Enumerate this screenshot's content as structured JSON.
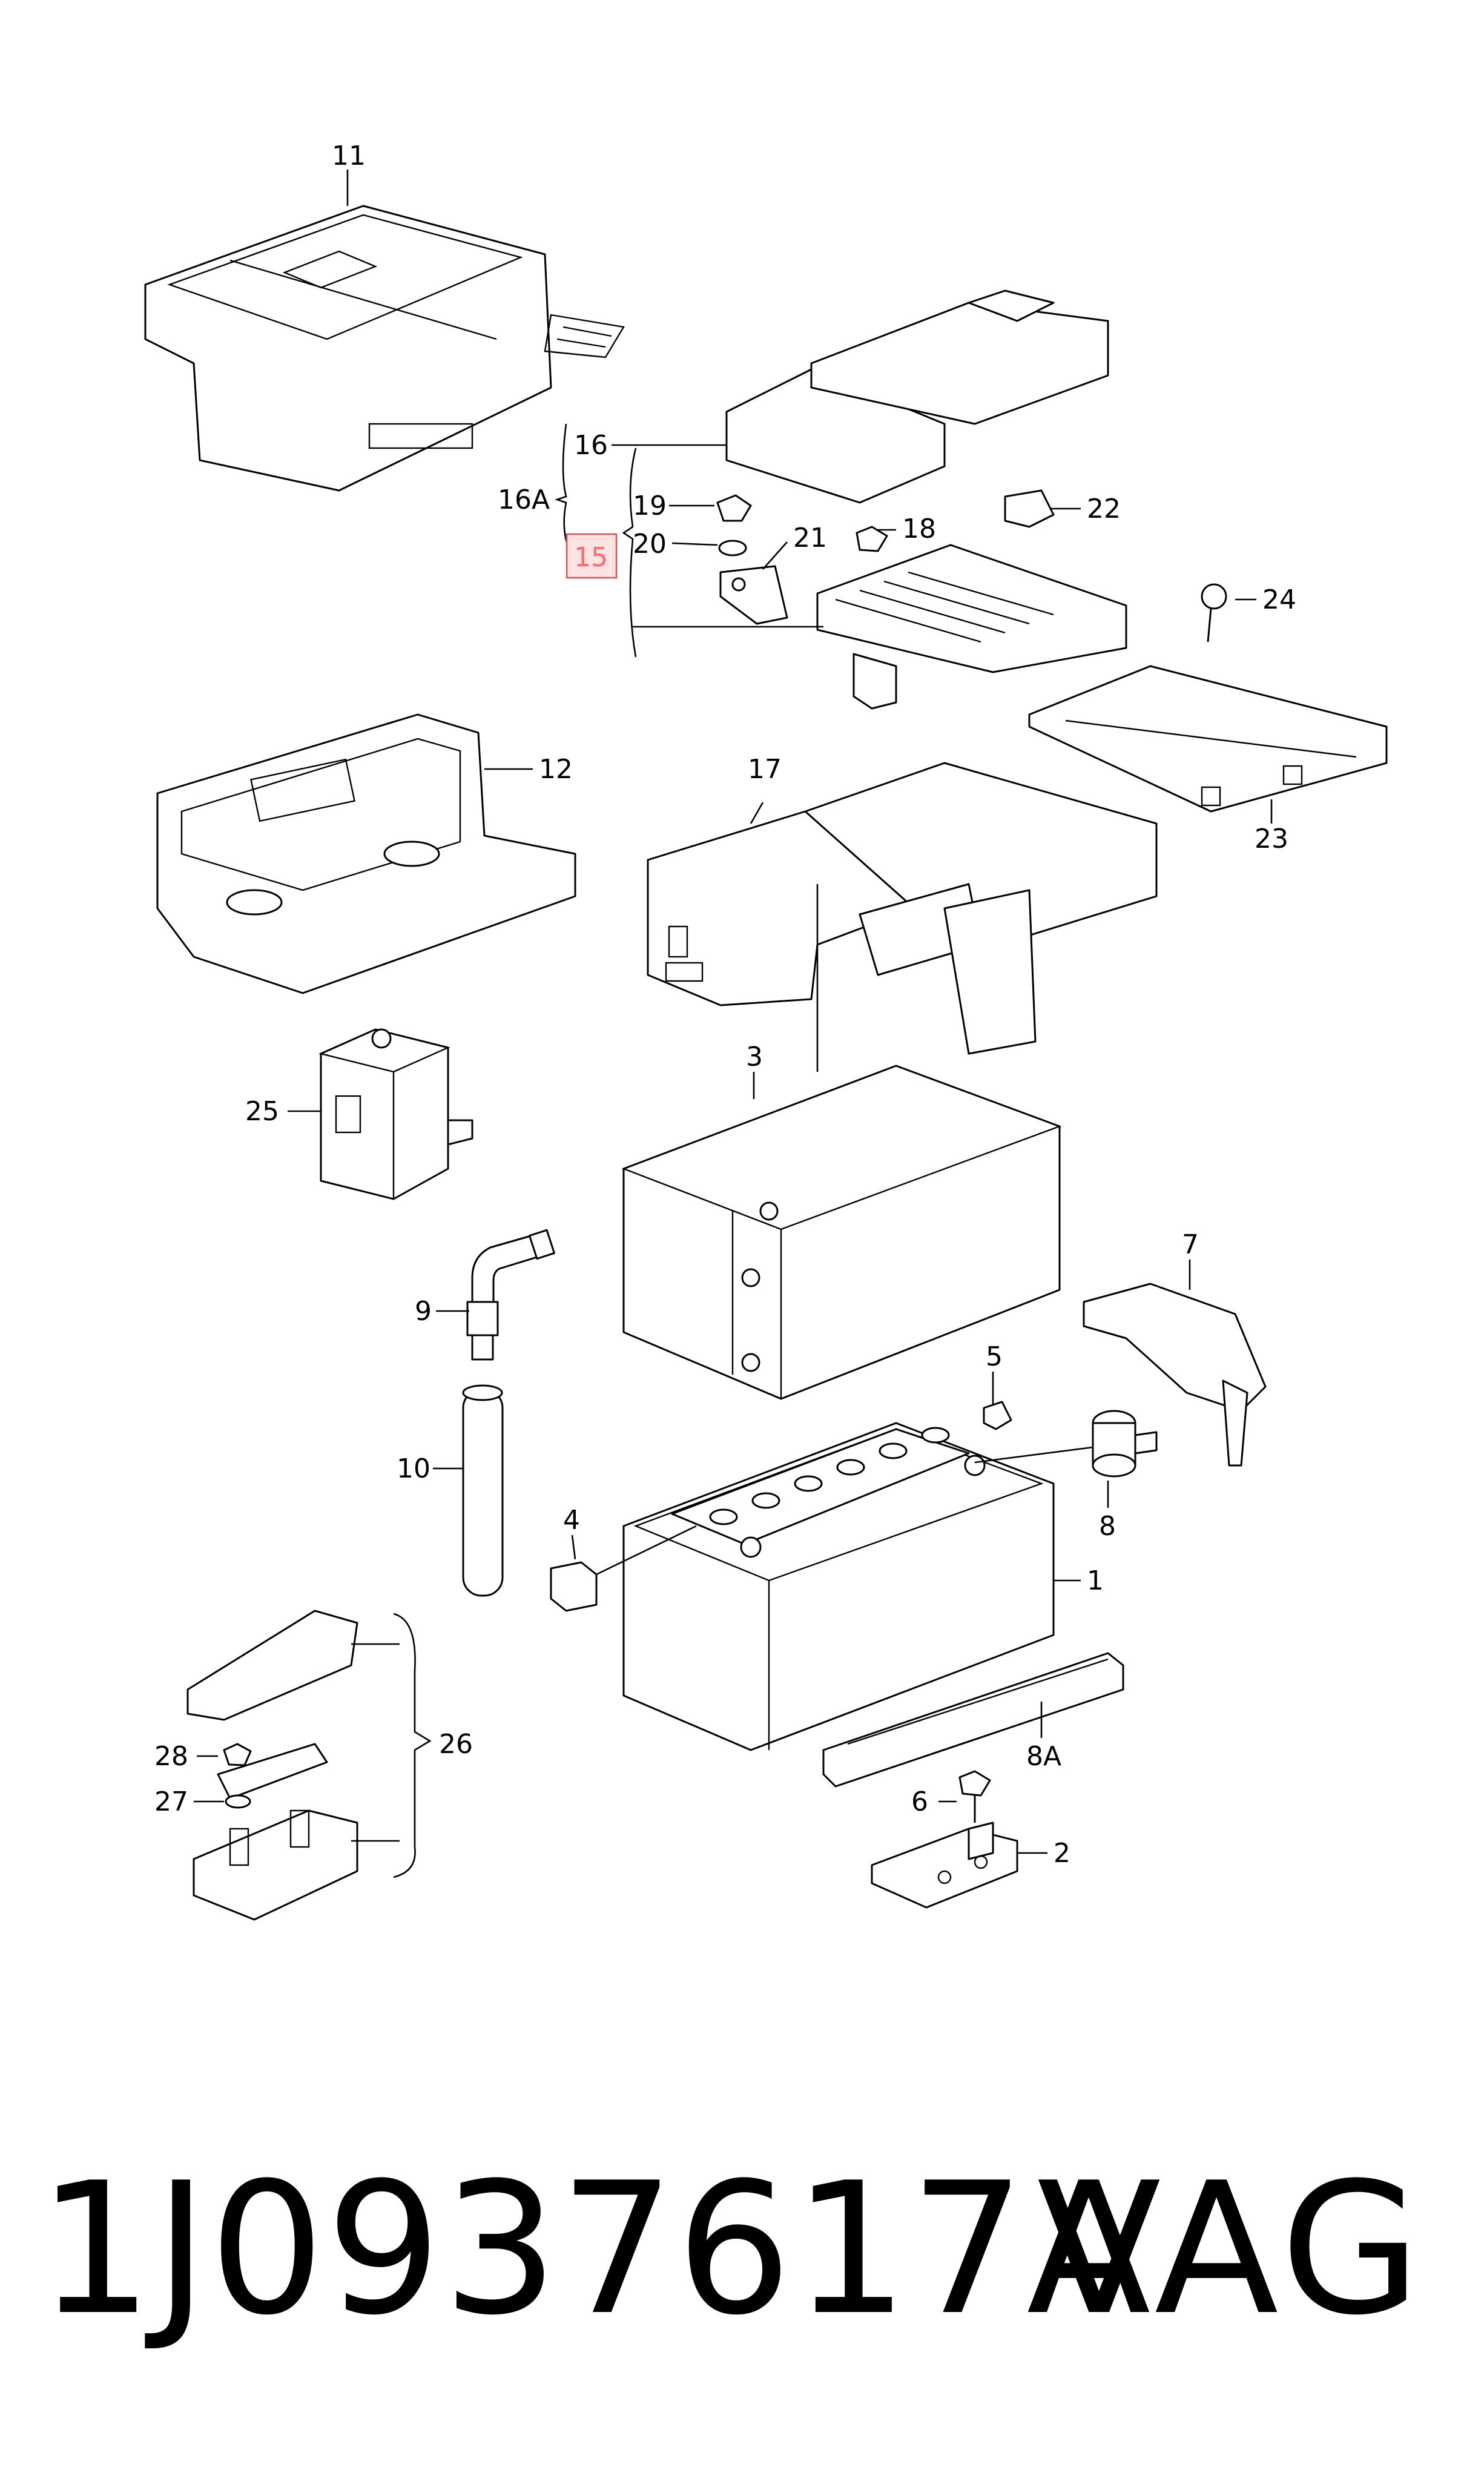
{
  "diagram": {
    "callouts": {
      "c1": "1",
      "c2": "2",
      "c3": "3",
      "c4": "4",
      "c5": "5",
      "c6": "6",
      "c7": "7",
      "c8": "8",
      "c8a": "8A",
      "c9": "9",
      "c10": "10",
      "c11": "11",
      "c12": "12",
      "c15": "15",
      "c16": "16",
      "c16a": "16A",
      "c17": "17",
      "c18": "18",
      "c19": "19",
      "c20": "20",
      "c21": "21",
      "c22": "22",
      "c23": "23",
      "c24": "24",
      "c25": "25",
      "c26": "26",
      "c27": "27",
      "c28": "28"
    },
    "highlighted_callout": "15",
    "highlight_color": "#ff6a6a"
  },
  "footer": {
    "part_number": "1J0937617A",
    "brand": "VAG"
  }
}
